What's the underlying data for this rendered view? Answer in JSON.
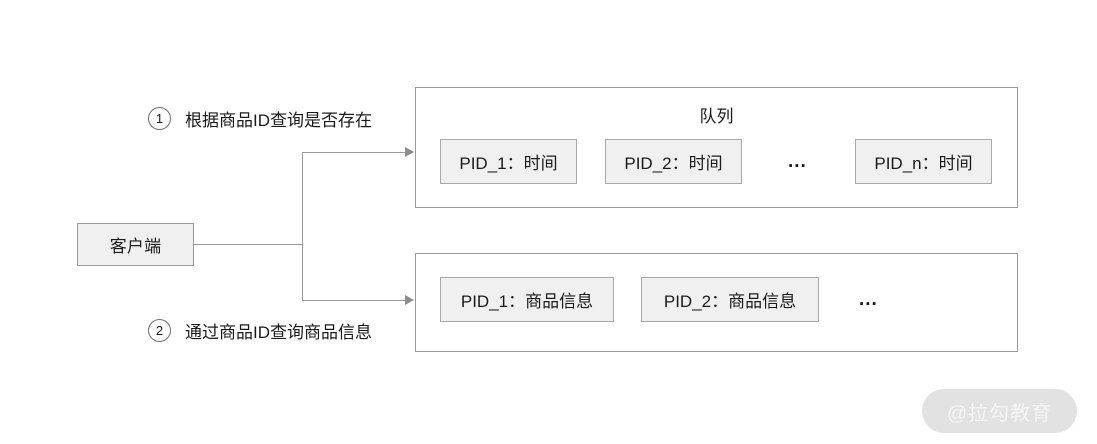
{
  "diagram": {
    "client": {
      "label": "客户端"
    },
    "flows": [
      {
        "number": "1",
        "text": "根据商品ID查询是否存在"
      },
      {
        "number": "2",
        "text": "通过商品ID查询商品信息"
      }
    ],
    "queue_container": {
      "title": "队列",
      "items": [
        {
          "label": "PID_1：时间"
        },
        {
          "label": "PID_2：时间"
        },
        {
          "label": "..."
        },
        {
          "label": "PID_n：时间"
        }
      ]
    },
    "info_container": {
      "title": "",
      "items": [
        {
          "label": "PID_1：商品信息"
        },
        {
          "label": "PID_2：商品信息"
        },
        {
          "label": "..."
        }
      ]
    },
    "watermark": {
      "text": "@拉勾教育"
    },
    "colors": {
      "box_fill": "#f0f0f0",
      "border": "#9a9a9a",
      "text": "#1a1a1a",
      "connector": "#8c8c8c",
      "background": "#ffffff"
    }
  }
}
